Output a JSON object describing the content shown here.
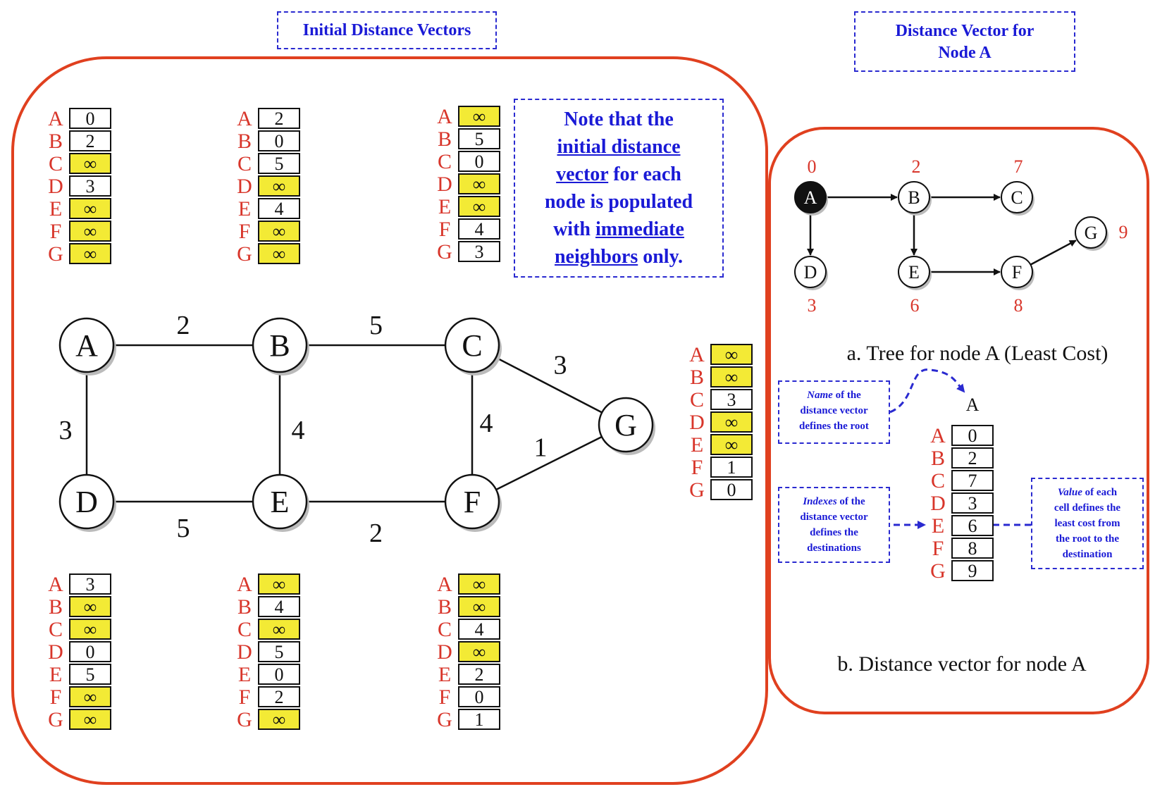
{
  "headings": {
    "initial": "Initial Distance Vectors",
    "vector_a_line1": "Distance Vector for",
    "vector_a_line2": "Node A"
  },
  "note": {
    "w1": "Note that the",
    "w2": "initial distance",
    "w3": "vector",
    "w4": "for each",
    "w5": "node is populated",
    "w6": "with",
    "w7": "immediate",
    "w8": "neighbors",
    "w9": "only."
  },
  "indexes": [
    "A",
    "B",
    "C",
    "D",
    "E",
    "F",
    "G"
  ],
  "vectors": [
    {
      "node": "A",
      "values": [
        "0",
        "2",
        "∞",
        "3",
        "∞",
        "∞",
        "∞"
      ]
    },
    {
      "node": "B",
      "values": [
        "2",
        "0",
        "5",
        "∞",
        "4",
        "∞",
        "∞"
      ]
    },
    {
      "node": "C",
      "values": [
        "∞",
        "5",
        "0",
        "∞",
        "∞",
        "4",
        "3"
      ]
    },
    {
      "node": "G",
      "values": [
        "∞",
        "∞",
        "3",
        "∞",
        "∞",
        "1",
        "0"
      ]
    },
    {
      "node": "D",
      "values": [
        "3",
        "∞",
        "∞",
        "0",
        "5",
        "∞",
        "∞"
      ]
    },
    {
      "node": "E",
      "values": [
        "∞",
        "4",
        "∞",
        "5",
        "0",
        "2",
        "∞"
      ]
    },
    {
      "node": "F",
      "values": [
        "∞",
        "∞",
        "4",
        "∞",
        "2",
        "0",
        "1"
      ]
    }
  ],
  "graph": {
    "nodes": [
      "A",
      "B",
      "C",
      "D",
      "E",
      "F",
      "G"
    ],
    "edges": [
      {
        "from": "A",
        "to": "B",
        "cost": "2"
      },
      {
        "from": "B",
        "to": "C",
        "cost": "5"
      },
      {
        "from": "C",
        "to": "G",
        "cost": "3"
      },
      {
        "from": "A",
        "to": "D",
        "cost": "3"
      },
      {
        "from": "B",
        "to": "E",
        "cost": "4"
      },
      {
        "from": "C",
        "to": "F",
        "cost": "4"
      },
      {
        "from": "F",
        "to": "G",
        "cost": "1"
      },
      {
        "from": "D",
        "to": "E",
        "cost": "5"
      },
      {
        "from": "E",
        "to": "F",
        "cost": "2"
      }
    ]
  },
  "tree": {
    "nodes": [
      {
        "name": "A",
        "cost": "0"
      },
      {
        "name": "B",
        "cost": "2"
      },
      {
        "name": "C",
        "cost": "7"
      },
      {
        "name": "D",
        "cost": "3"
      },
      {
        "name": "E",
        "cost": "6"
      },
      {
        "name": "F",
        "cost": "8"
      },
      {
        "name": "G",
        "cost": "9"
      }
    ],
    "caption": "a. Tree for node A (Least Cost)"
  },
  "vector_a": {
    "name": "A",
    "values": [
      "0",
      "2",
      "7",
      "3",
      "6",
      "8",
      "9"
    ],
    "caption": "b. Distance vector for node A"
  },
  "callouts": {
    "name_em": "Name",
    "name_rest1": "of the",
    "name_rest2": "distance vector",
    "name_rest3": "defines the root",
    "indexes_em": "Indexes",
    "indexes_rest1": "of the",
    "indexes_rest2": "distance vector",
    "indexes_rest3": "defines the",
    "indexes_rest4": "destinations",
    "value_em": "Value",
    "value_rest1": "of each",
    "value_rest2": "cell defines the",
    "value_rest3": "least cost from",
    "value_rest4": "the root to the",
    "value_rest5": "destination"
  },
  "colors": {
    "panel_border": "#e0401f",
    "index_red": "#d8362b",
    "label_blue": "#1a1ad6",
    "infinity_yellow": "#f3ea35"
  }
}
